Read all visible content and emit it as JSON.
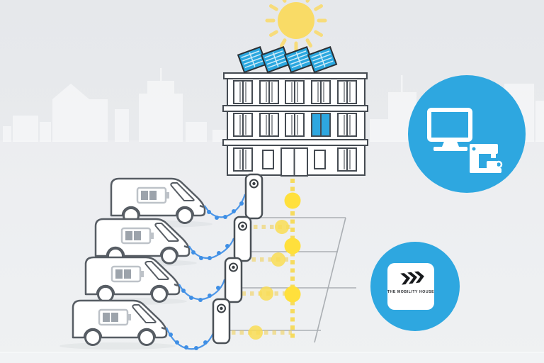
{
  "scene": {
    "type": "smart-charging illustration",
    "logo": {
      "text": "THE MOBILITY HOUSE",
      "icon": "triple-chevron-icon"
    },
    "colors": {
      "accent_blue": "#2EA7E0",
      "cable_blue": "#4C96E8",
      "sun_yellow": "#F9DB66",
      "energy_yellow": "#FFE045",
      "outline_dark": "#454B52",
      "van_outline": "#575D64",
      "battery_gray": "#9CA3AB",
      "background_gray": "#E7E9EC",
      "skyline_white": "#FFFFFF"
    },
    "counts": {
      "vans": 4,
      "charging_stations": 4,
      "solar_panels": 4,
      "building_floors": 3
    },
    "battery": {
      "segments_total": 3,
      "segments_filled": 2
    },
    "building": {
      "highlighted_window_floor": 2,
      "highlighted_window_index": 4,
      "highlighted_window_color": "#2EA7E0"
    },
    "icons": [
      "sun-icon",
      "monitor-icon",
      "coffee-machine-icon",
      "battery-icon",
      "socket-icon",
      "triple-chevron-icon"
    ]
  }
}
